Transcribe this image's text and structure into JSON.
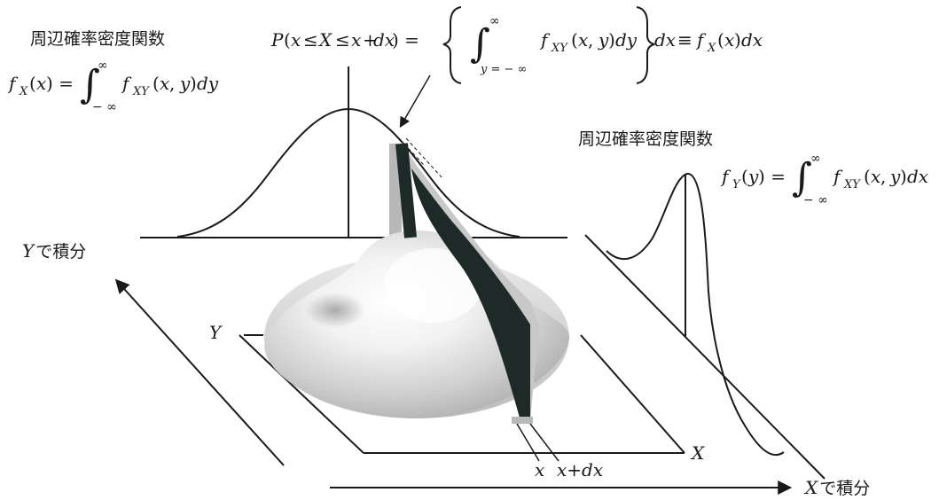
{
  "labels": {
    "marginal_left_title": "周辺確率密度関数",
    "marginal_right_title": "周辺確率密度関数",
    "integrate_y": "Yで積分",
    "integrate_x": "Xで積分",
    "axis_x": "X",
    "axis_y": "Y",
    "tick_x": "x",
    "tick_x_dx": "x+dx"
  },
  "formulas": {
    "marginal_x": "f_X(x) = ∫_{−∞}^{∞} f_XY(x, y)dy",
    "marginal_y": "f_Y(y) = ∫_{−∞}^{∞} f_XY(x, y)dx",
    "probability": "P(x ≤ X ≤ x +dx) = { ∫_{y=−∞}^{∞} f_XY(x, y)dy } dx ≡ f_X(x)dx"
  },
  "colors": {
    "ink": "#1a1a1a",
    "slice_dark": "#1d2a28",
    "slice_light": "#c8c8c8",
    "bar_grey": "#b8b8b8"
  }
}
